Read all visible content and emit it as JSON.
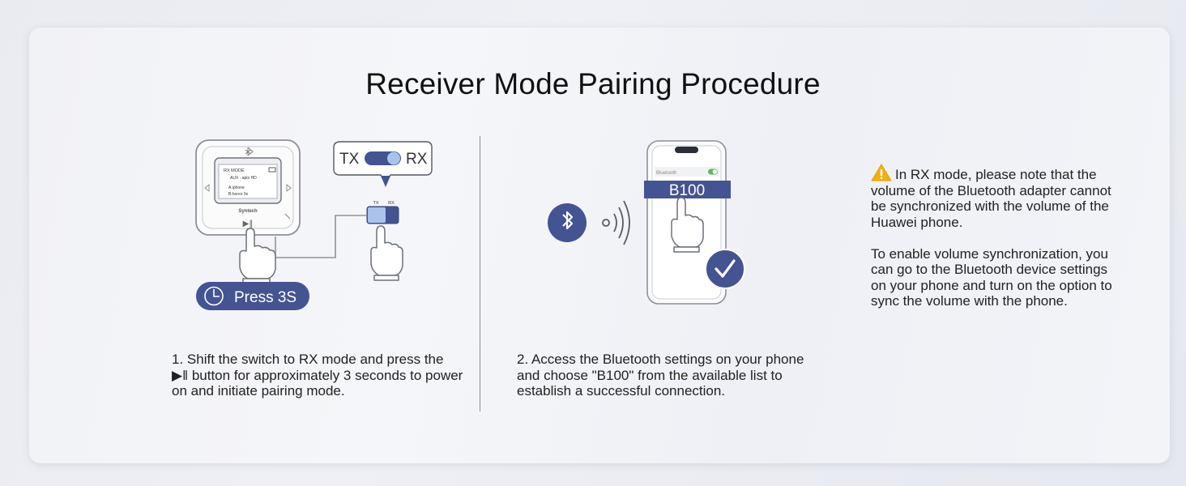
{
  "title": "Receiver Mode Pairing Procedure",
  "step1": {
    "device_brand": "Syntech",
    "screen_line1": "RX    MODE",
    "screen_line2": "AUX   ·   aptx HD",
    "screen_line3": "A.iphone",
    "screen_line4": "B.honor 9x",
    "switch_tx": "TX",
    "switch_rx": "RX",
    "small_tx": "TX",
    "small_rx": "RX",
    "press_label": "Press 3S",
    "text": "1. Shift the switch to RX mode and press the ▶‖ button for approximately 3 seconds to power on and initiate pairing mode."
  },
  "step2": {
    "phone_setting": "Bluetooth",
    "device_name": "B100",
    "text": "2. Access the Bluetooth settings on your phone and choose \"B100\" from the available list to establish a successful connection."
  },
  "note": {
    "warning": "In RX mode, please note that the volume of the Bluetooth adapter cannot be synchronized with the volume of the Huawei phone.",
    "tip": "To enable volume synchronization, you can go to the Bluetooth device settings on your phone and turn on the option to sync the volume with the phone."
  },
  "colors": {
    "accent": "#445391",
    "accent_light": "#a9c4ec",
    "warning": "#f2b010"
  }
}
